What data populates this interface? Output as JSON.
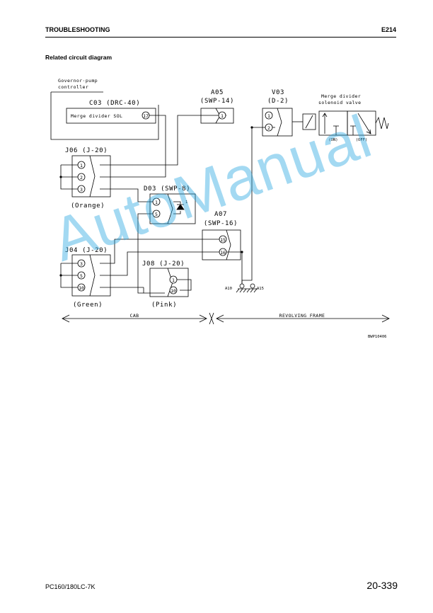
{
  "header": {
    "section": "TROUBLESHOOTING",
    "code": "E214"
  },
  "subtitle": "Related circuit diagram",
  "diagram": {
    "controller": {
      "name_line1": "Governor·pump",
      "name_line2": "controller",
      "connector": "C03 (DRC-40)",
      "output_label": "Merge divider SOL",
      "output_pin": "17"
    },
    "a05": {
      "id": "A05",
      "type": "(SWP-14)",
      "pin": "1"
    },
    "v03": {
      "id": "V03",
      "type": "(D-2)",
      "pins": [
        "1",
        "2"
      ],
      "valve_line1": "Merge divider",
      "valve_line2": "solenoid valve",
      "on_label": "(ON)",
      "off_label": "(OFF)"
    },
    "j06": {
      "id": "J06 (J-20)",
      "pins": [
        "1",
        "2",
        "3"
      ],
      "color": "(Orange)"
    },
    "d03": {
      "id": "D03 (SWP-8)",
      "pins": [
        "1",
        "5"
      ],
      "diode_pin": "1"
    },
    "a07": {
      "id": "A07",
      "type": "(SWP-16)",
      "pins": [
        "15",
        "16"
      ]
    },
    "j04": {
      "id": "J04 (J-20)",
      "pins": [
        "3",
        "5",
        "10"
      ],
      "color": "(Green)"
    },
    "j08": {
      "id": "J08 (J-20)",
      "pins": [
        "1",
        "10"
      ],
      "color": "(Pink)"
    },
    "grounds": [
      "A10",
      "A15"
    ],
    "zones": {
      "left": "CAB",
      "right": "REVOLVING FRAME"
    },
    "figure_code": "BWP10406"
  },
  "watermark": "AutoManual",
  "footer": {
    "model": "PC160/180LC-7K",
    "page": "20-339"
  },
  "colors": {
    "watermark": "#23a5e1"
  }
}
